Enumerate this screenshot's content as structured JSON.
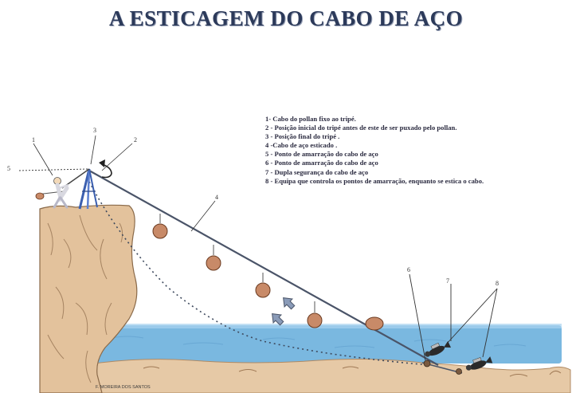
{
  "title": "A ESTICAGEM  DO CABO DE AÇO",
  "legend": [
    "1- Cabo do pollan  fixo ao tripé.",
    "2 - Posição inicial do tripé antes de este de ser puxado pelo pollan.",
    "3 - Posição final do tripé .",
    "4 -Cabo de aço esticado .",
    "5 - Ponto de amarração do cabo de aço",
    "6 - Ponto de amarração do cabo de aço",
    "7 - Dupla segurança do cabo de aço",
    "8 - Equipa que controla os pontos de amarração, enquanto se estica o cabo."
  ],
  "callouts": {
    "n1": "1",
    "n2": "2",
    "n3": "3",
    "n4": "4",
    "n5": "5",
    "n6": "6",
    "n7": "7",
    "n8": "8"
  },
  "credit": "F. MOREIRA DOS SANTOS",
  "colors": {
    "cliff": "#e3c29c",
    "water": "#7ab8e0",
    "cable": "#4a5468",
    "buoy": "#c88a68"
  }
}
